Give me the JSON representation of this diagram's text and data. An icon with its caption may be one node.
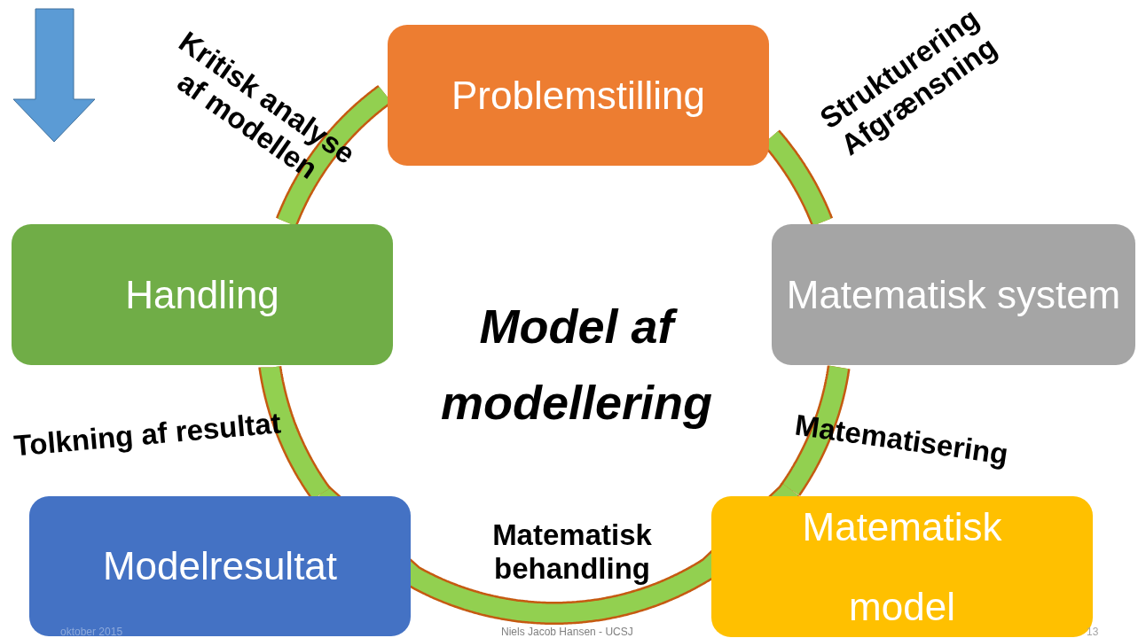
{
  "diagram": {
    "title": "Model af modellering",
    "nodes": [
      {
        "text": [
          "Problemstilling"
        ]
      },
      {
        "text": [
          "Matematisk system"
        ]
      },
      {
        "text": [
          "Matematisk model"
        ]
      },
      {
        "text": [
          "Modelresultat"
        ]
      },
      {
        "text": [
          "Handling"
        ]
      }
    ],
    "edges": [
      {
        "from": 0,
        "to": 1,
        "arrow": "none",
        "label": "Strukturering Afgrænsning"
      },
      {
        "from": 1,
        "to": 2,
        "arrow": "none",
        "label": "Matematisering"
      },
      {
        "from": 2,
        "to": 3,
        "arrow": "none",
        "label": "Matematisk behandling"
      },
      {
        "from": 3,
        "to": 4,
        "arrow": "none",
        "label": "Tolkning af resultat"
      },
      {
        "from": 4,
        "to": 0,
        "arrow": "none",
        "label": "Kritisk analyse af modellen"
      }
    ],
    "labels": [
      "oktober 2015",
      "Niels Jacob Hansen - UCSJ",
      "13"
    ]
  }
}
